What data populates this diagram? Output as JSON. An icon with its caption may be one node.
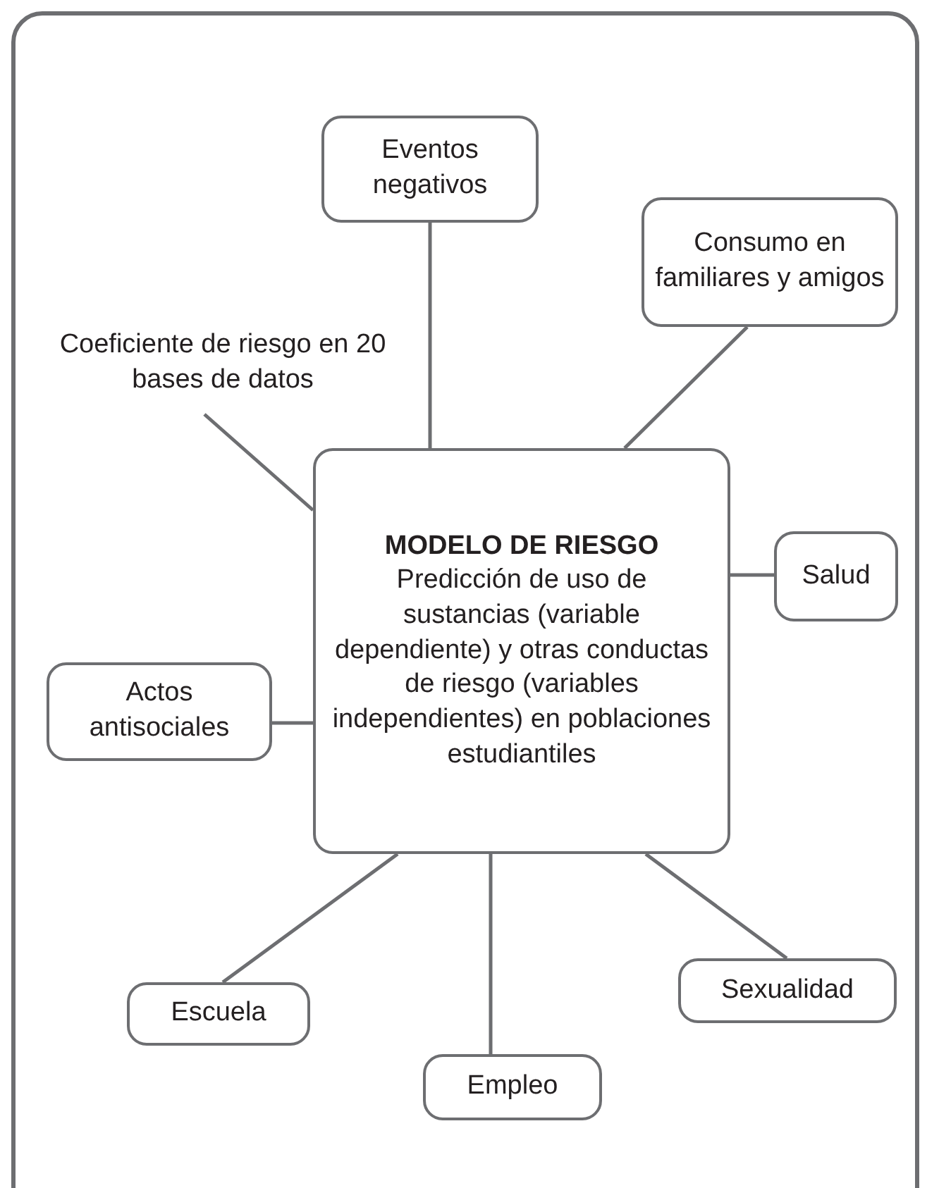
{
  "diagram": {
    "nodes": [
      {
        "text": [
          "Eventos negativos"
        ]
      },
      {
        "text": [
          "Consumo en familiares y amigos"
        ]
      },
      {
        "text": [
          "Coeficiente de riesgo en 20 bases de datos"
        ]
      },
      {
        "text": [
          "MODELO DE RIESGO",
          "Predicción de uso de sustancias (variable dependiente) y otras conductas de riesgo (variables independientes) en poblaciones estudiantiles"
        ]
      },
      {
        "text": [
          "Salud"
        ]
      },
      {
        "text": [
          "Actos antisociales"
        ]
      },
      {
        "text": [
          "Sexualidad"
        ]
      },
      {
        "text": [
          "Escuela"
        ]
      },
      {
        "text": [
          "Empleo"
        ]
      }
    ],
    "edges": [
      {
        "from": 3,
        "to": 0,
        "arrow": "none"
      },
      {
        "from": 3,
        "to": 1,
        "arrow": "none"
      },
      {
        "from": 3,
        "to": 2,
        "arrow": "none"
      },
      {
        "from": 3,
        "to": 4,
        "arrow": "none"
      },
      {
        "from": 3,
        "to": 5,
        "arrow": "none"
      },
      {
        "from": 3,
        "to": 6,
        "arrow": "none"
      },
      {
        "from": 3,
        "to": 7,
        "arrow": "none"
      },
      {
        "from": 3,
        "to": 8,
        "arrow": "none"
      }
    ]
  }
}
